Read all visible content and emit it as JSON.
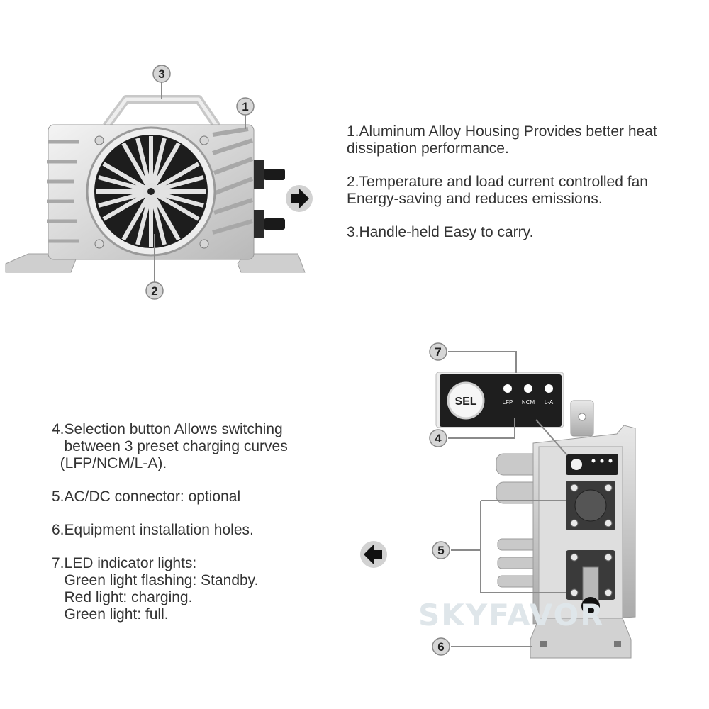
{
  "callouts": {
    "c1": "1",
    "c2": "2",
    "c3": "3",
    "c4": "4",
    "c5": "5",
    "c6": "6",
    "c7": "7"
  },
  "panel": {
    "sel_label": "SEL",
    "led_labels": [
      "LFP",
      "NCM",
      "L-A"
    ]
  },
  "features_top": [
    {
      "line1": "1.Aluminum Alloy Housing Provides better heat",
      "line2": "dissipation performance."
    },
    {
      "line1": "2.Temperature and load current controlled fan",
      "line2": "Energy-saving and reduces emissions."
    },
    {
      "line1": "3.Handle-held Easy to carry."
    }
  ],
  "features_bottom": {
    "f4": [
      "4.Selection button Allows switching",
      "   between 3 preset charging curves",
      "  (LFP/NCM/L-A)."
    ],
    "f5": "5.AC/DC connector: optional",
    "f6": "6.Equipment installation holes.",
    "f7": [
      "7.LED indicator lights:",
      "   Green light flashing: Standby.",
      "   Red light: charging.",
      "   Green light: full."
    ]
  },
  "watermark": "SKYFAVOR",
  "icons": [
    "arrow-right-icon",
    "arrow-left-icon"
  ]
}
